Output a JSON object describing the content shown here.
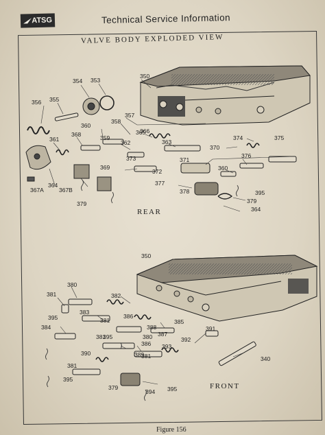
{
  "header": {
    "logo_text": "ATSG",
    "title": "Technical Service Information"
  },
  "diagram": {
    "title": "VALVE BODY EXPLODED VIEW",
    "rear_label": "REAR",
    "front_label": "FRONT",
    "figure_caption": "Figure 156",
    "rear_callouts": [
      "356",
      "355",
      "354",
      "353",
      "350",
      "357",
      "360",
      "358",
      "365",
      "366",
      "359",
      "362",
      "361",
      "368",
      "363",
      "364",
      "367A",
      "367B",
      "369",
      "373",
      "372",
      "371",
      "370",
      "374",
      "375",
      "376",
      "360",
      "377",
      "378",
      "364",
      "379",
      "379",
      "395"
    ],
    "front_callouts": [
      "350",
      "380",
      "382",
      "381",
      "395",
      "383",
      "386",
      "381",
      "384",
      "388",
      "385",
      "387",
      "380",
      "381",
      "395",
      "386",
      "393",
      "391",
      "392",
      "381",
      "390",
      "381",
      "389",
      "395",
      "340",
      "379",
      "394",
      "395"
    ]
  }
}
